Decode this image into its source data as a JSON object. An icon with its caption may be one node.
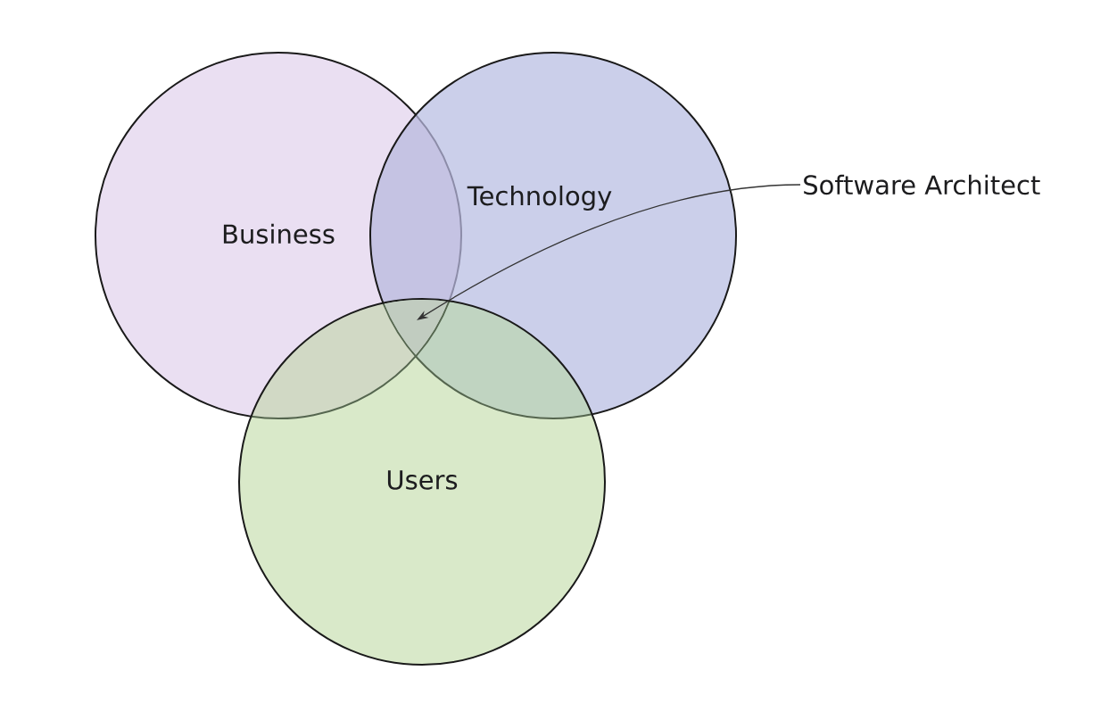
{
  "diagram": {
    "nodes": [
      {
        "text": [
          "Business"
        ]
      },
      {
        "text": [
          "Technology"
        ]
      },
      {
        "text": [
          "Users"
        ]
      },
      {
        "text": [
          "Software Architect"
        ]
      },
      {
        "text": [],
        "shape": "region"
      }
    ],
    "edges": [
      {
        "from": 3,
        "to": 4,
        "arrow": "to"
      }
    ]
  }
}
